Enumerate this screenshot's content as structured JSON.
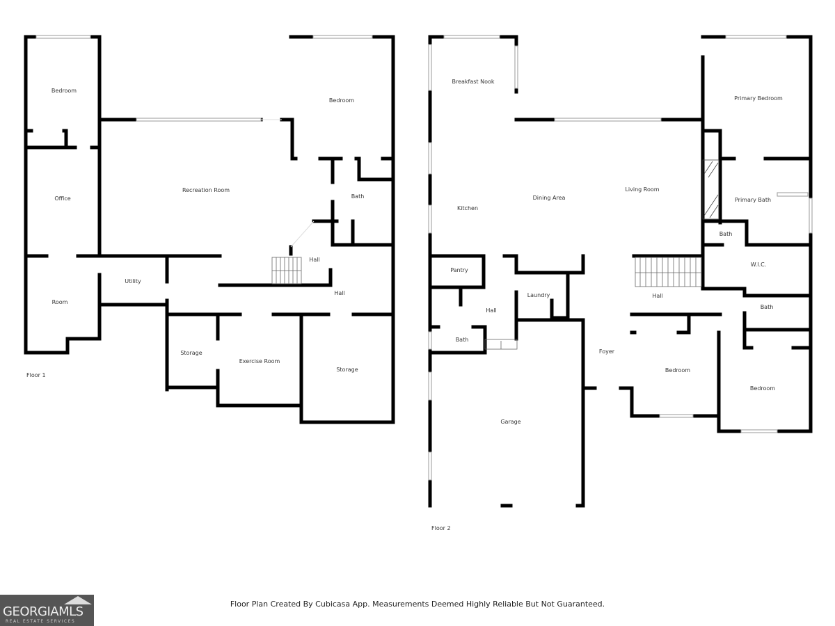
{
  "floor1": {
    "label": "Floor 1",
    "rooms": [
      "Bedroom",
      "Office",
      "Room",
      "Recreation Room",
      "Utility",
      "Bedroom",
      "Bath",
      "Hall",
      "Hall",
      "Storage",
      "Exercise Room",
      "Storage"
    ]
  },
  "floor2": {
    "label": "Floor 2",
    "rooms": [
      "Breakfast Nook",
      "Kitchen",
      "Dining Area",
      "Living Room",
      "Primary Bedroom",
      "Primary Bath",
      "Bath",
      "W.I.C.",
      "Pantry",
      "Hall",
      "Laundry",
      "Bath",
      "Hall",
      "Bath",
      "Foyer",
      "Bedroom",
      "Bedroom",
      "Garage"
    ]
  },
  "footer": {
    "disclaimer": "Floor Plan Created By Cubicasa App. Measurements Deemed Highly Reliable But Not Guaranteed."
  },
  "logo": {
    "main": "GEORGIAMLS",
    "sub": "REAL ESTATE SERVICES"
  }
}
